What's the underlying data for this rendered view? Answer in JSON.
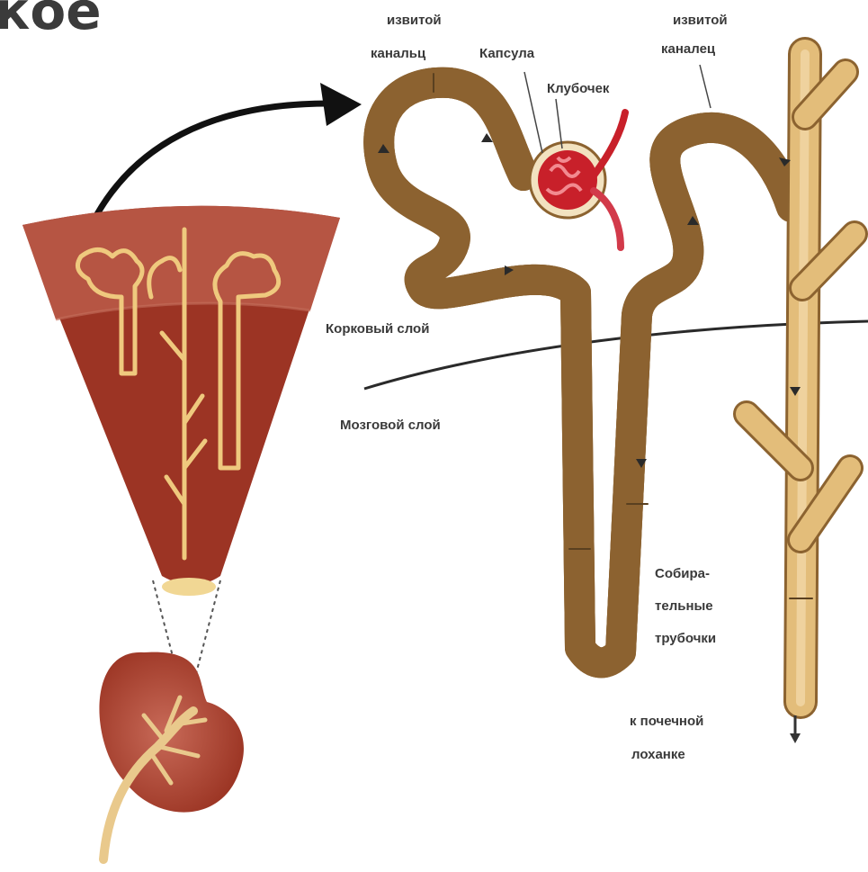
{
  "title_fragment": "кое",
  "labels": {
    "convoluted_tubule_left_line1": "извитой",
    "convoluted_tubule_left_line2": "канальц",
    "capsule": "Капсула",
    "glomerulus": "Клубочек",
    "convoluted_tubule_right_line1": "извитой",
    "convoluted_tubule_right_line2": "каналец",
    "cortex_layer": "Корковый слой",
    "medulla_layer": "Мозговой слой",
    "collecting_ducts_line1": "Собира-",
    "collecting_ducts_line2": "тельные",
    "collecting_ducts_line3": "трубочки",
    "to_pelvis_line1": "к почечной",
    "to_pelvis_line2": "лоханке"
  },
  "colors": {
    "cortex": "#b34e3c",
    "medulla": "#9c3424",
    "tubule": "#e3bd7a",
    "tubule_outline": "#8c6330",
    "blood": "#c8202a",
    "capsule_wall": "#f2e2c0",
    "arrow": "#111111"
  }
}
